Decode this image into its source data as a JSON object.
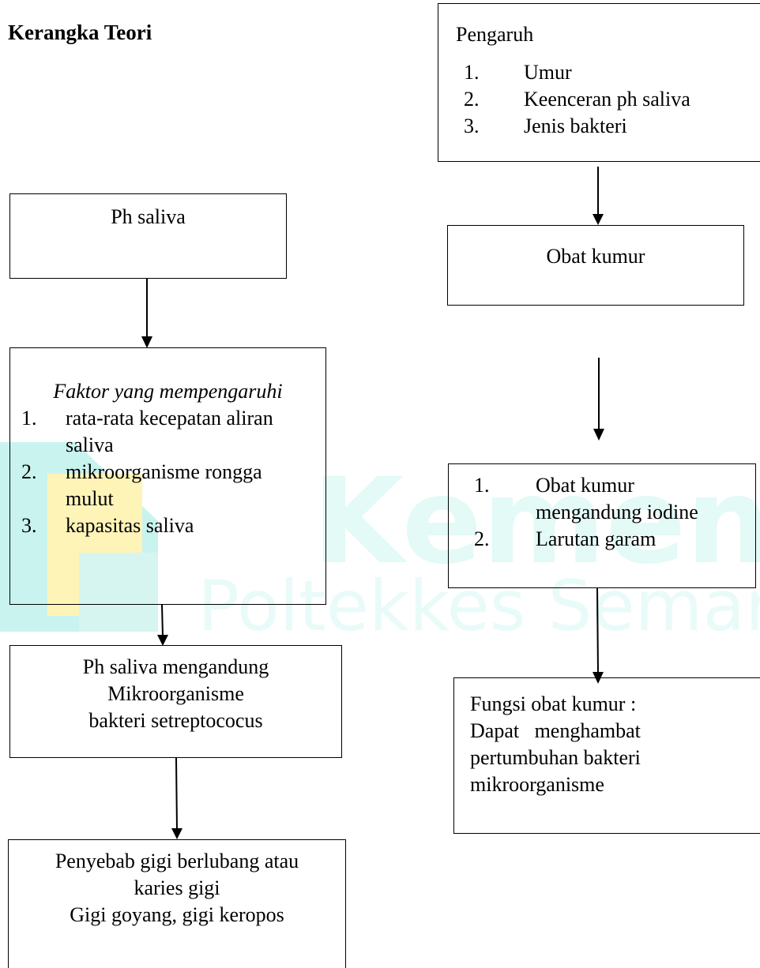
{
  "title": "Kerangka Teori",
  "watermark": {
    "line1": "Kemenkes",
    "line2": "Poltekkes Semarang",
    "color": "#e9fbf7",
    "logo_colors": [
      "#bff1ec",
      "#fff3b0"
    ]
  },
  "left": {
    "ph_saliva": {
      "label": "Ph saliva"
    },
    "faktor": {
      "heading": "Faktor yang mempengaruhi",
      "items": [
        {
          "num": "1.",
          "lines": [
            "rata-rata kecepatan aliran",
            "saliva"
          ]
        },
        {
          "num": "2.",
          "lines": [
            "mikroorganisme rongga",
            "mulut"
          ]
        },
        {
          "num": "3.",
          "lines": [
            "kapasitas saliva"
          ]
        }
      ]
    },
    "mengandung": {
      "lines": [
        "Ph saliva mengandung",
        "Mikroorganisme",
        "bakteri setreptococus"
      ]
    },
    "penyebab": {
      "lines": [
        "Penyebab gigi berlubang atau",
        "karies gigi",
        "Gigi goyang, gigi keropos"
      ]
    }
  },
  "right": {
    "pengaruh": {
      "heading": "Pengaruh",
      "items": [
        {
          "num": "1.",
          "text": "Umur"
        },
        {
          "num": "2.",
          "text": "Keenceran ph saliva"
        },
        {
          "num": "3.",
          "text": "Jenis bakteri"
        }
      ]
    },
    "obat_kumur": {
      "label": "Obat kumur"
    },
    "jenis": {
      "items": [
        {
          "num": "1.",
          "lines": [
            "Obat kumur",
            "mengandung iodine"
          ]
        },
        {
          "num": "2.",
          "lines": [
            "Larutan garam"
          ]
        }
      ]
    },
    "fungsi": {
      "lines": [
        "Fungsi obat kumur :",
        "Dapat   menghambat",
        "pertumbuhan bakteri",
        "mikroorganisme"
      ]
    }
  }
}
